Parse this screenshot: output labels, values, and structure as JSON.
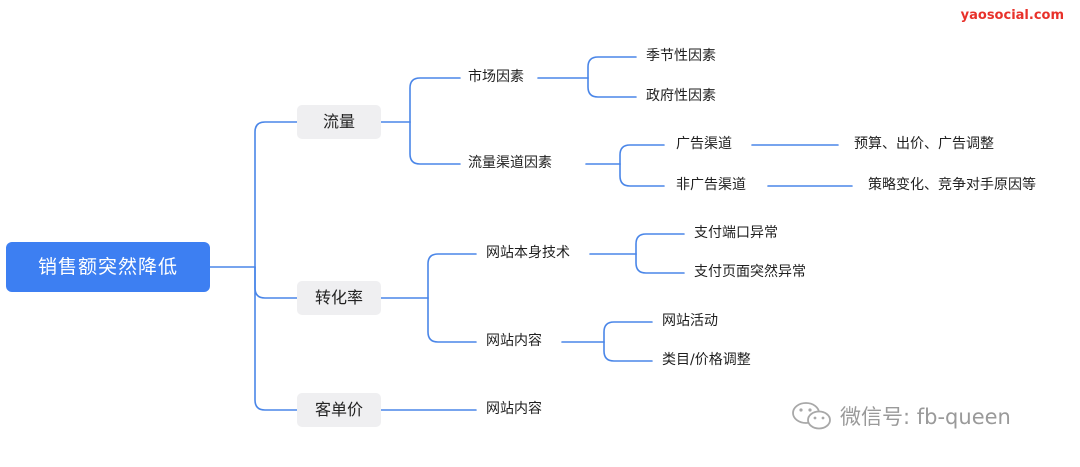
{
  "brand": "yaosocial.com",
  "watermark": "微信号: fb-queen",
  "root": "销售额突然降低",
  "traffic": {
    "label": "流量",
    "market": {
      "label": "市场因素",
      "children": [
        "季节性因素",
        "政府性因素"
      ]
    },
    "channel": {
      "label": "流量渠道因素",
      "ads": {
        "label": "广告渠道",
        "detail": "预算、出价、广告调整"
      },
      "nonads": {
        "label": "非广告渠道",
        "detail": "策略变化、竞争对手原因等"
      }
    }
  },
  "conversion": {
    "label": "转化率",
    "tech": {
      "label": "网站本身技术",
      "children": [
        "支付端口异常",
        "支付页面突然异常"
      ]
    },
    "content": {
      "label": "网站内容",
      "children": [
        "网站活动",
        "类目/价格调整"
      ]
    }
  },
  "aov": {
    "label": "客单价",
    "content": {
      "label": "网站内容"
    }
  },
  "colors": {
    "root": "#3d7ff2",
    "line": "#4a86e8",
    "brand": "#e8312a",
    "node_bg": "#efeff1"
  }
}
